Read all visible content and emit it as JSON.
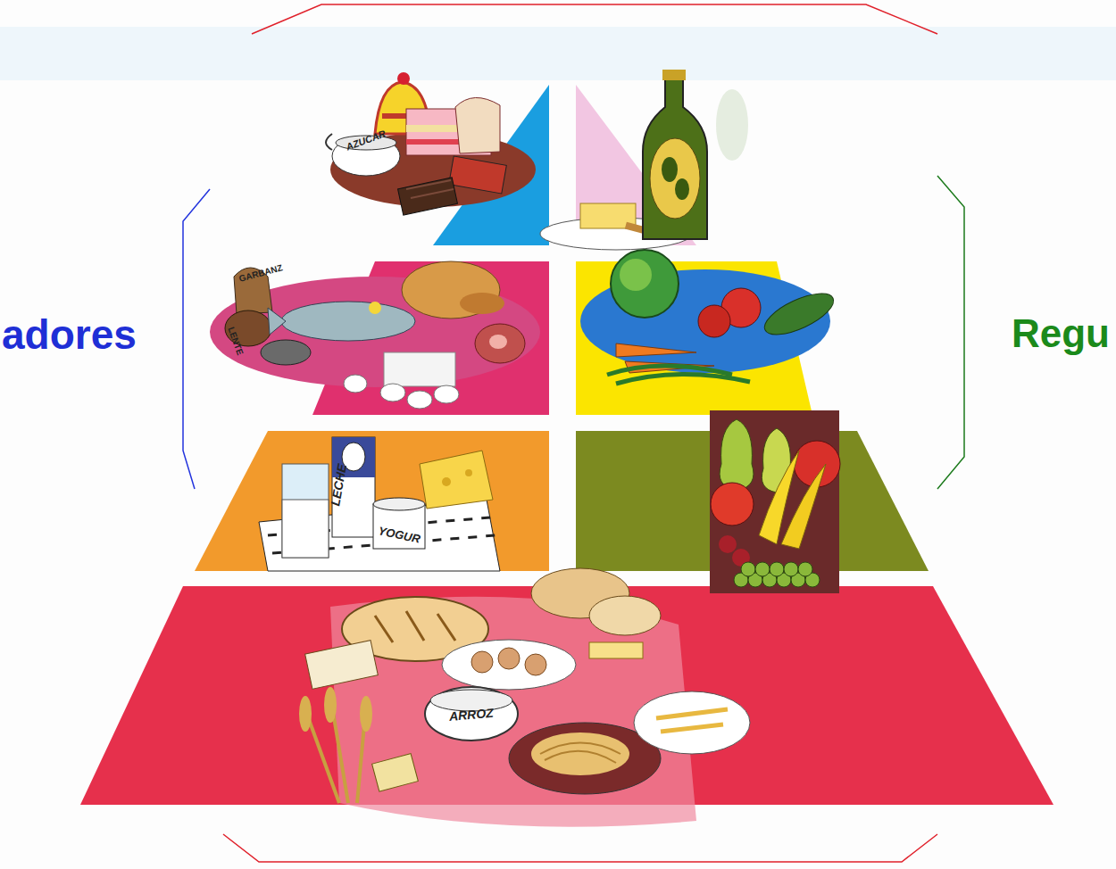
{
  "diagram": {
    "labels": [
      "adores",
      "Regu",
      "AZUCAR",
      "GARBANZ",
      "LENTE",
      "LECHE",
      "YOGUR",
      "ARROZ"
    ]
  }
}
